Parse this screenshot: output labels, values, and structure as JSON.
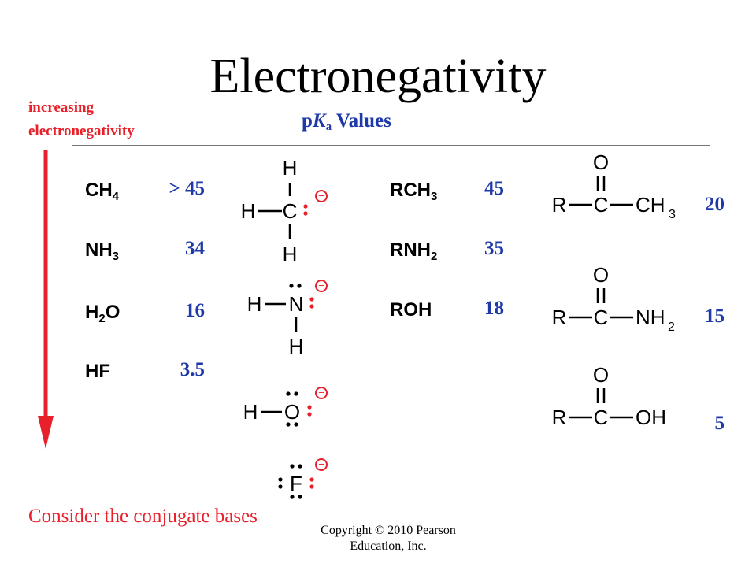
{
  "title": "Electronegativity",
  "arrow_label_line1": "increasing",
  "arrow_label_line2": "electronegativity",
  "pka_header": {
    "p": "p",
    "K": "K",
    "a": "a",
    "values": "Values"
  },
  "left_table": [
    {
      "base": "CH",
      "sub": "4",
      "tail": "",
      "value": "> 45"
    },
    {
      "base": "NH",
      "sub": "3",
      "tail": "",
      "value": "34"
    },
    {
      "base": "H",
      "sub": "2",
      "tail": "O",
      "value": "16"
    },
    {
      "base": "HF",
      "sub": "",
      "tail": "",
      "value": "3.5"
    }
  ],
  "middle_table": [
    {
      "base": "RCH",
      "sub": "3",
      "value": "45"
    },
    {
      "base": "RNH",
      "sub": "2",
      "value": "35"
    },
    {
      "base": "ROH",
      "sub": "",
      "value": "18"
    }
  ],
  "right_values": [
    "20",
    "15",
    "5"
  ],
  "atoms": {
    "H": "H",
    "C": "C",
    "N": "N",
    "O": "O",
    "F": "F",
    "R": "R",
    "CH": "CH",
    "NH": "NH",
    "OH": "OH",
    "three": "3",
    "two": "2",
    "charge": "−"
  },
  "consider": "Consider the conjugate bases",
  "copyright_line1": "Copyright © 2010 Pearson",
  "copyright_line2": "Education, Inc.",
  "colors": {
    "red": "#e8202a",
    "blue": "#1f3aa8"
  }
}
